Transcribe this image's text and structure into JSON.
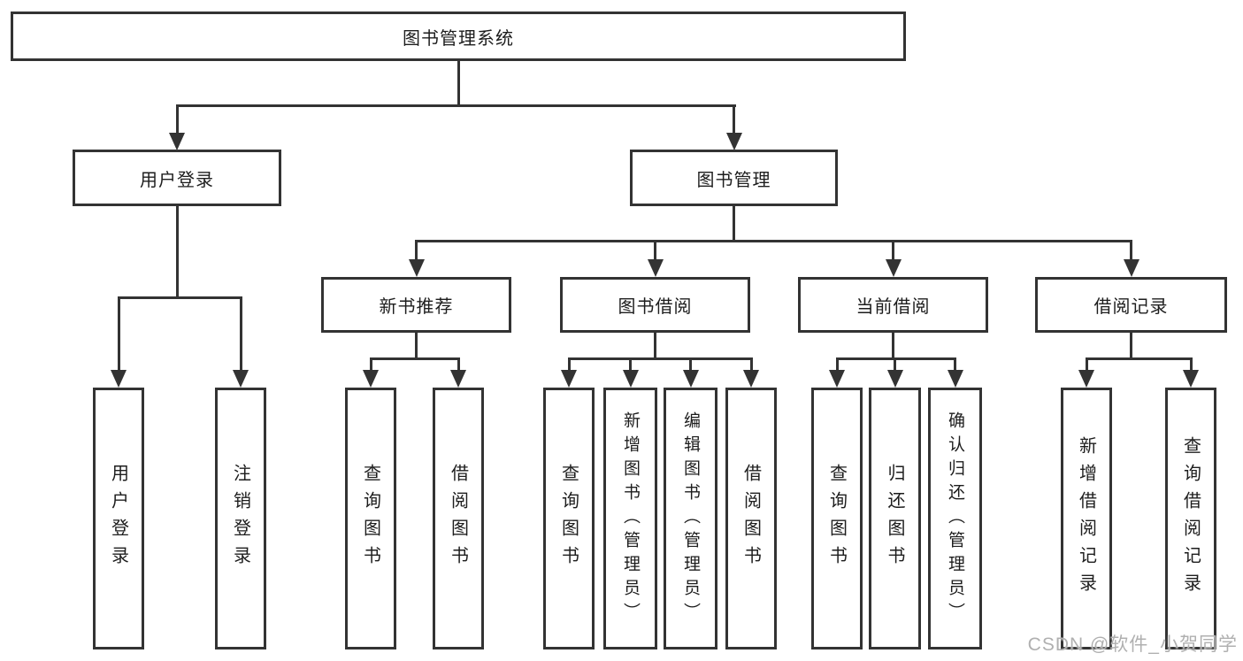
{
  "tree": {
    "root": "图书管理系统",
    "level2": [
      {
        "label": "用户登录",
        "children": [
          "用户登录",
          "注销登录"
        ]
      },
      {
        "label": "图书管理",
        "sections": [
          {
            "label": "新书推荐",
            "children": [
              "查询图书",
              "借阅图书"
            ]
          },
          {
            "label": "图书借阅",
            "children": [
              "查询图书",
              "新增图书（管理员）",
              "编辑图书（管理员）",
              "借阅图书"
            ]
          },
          {
            "label": "当前借阅",
            "children": [
              "查询图书",
              "归还图书",
              "确认归还（管理员）"
            ]
          },
          {
            "label": "借阅记录",
            "children": [
              "新增借阅记录",
              "查询借阅记录"
            ]
          }
        ]
      }
    ]
  },
  "watermark": {
    "text": "CSDN @软件_小贺同学"
  },
  "colors": {
    "line": "#333333",
    "text": "#1d1d1d",
    "background": "#ffffff",
    "watermark": "#b0b0b0"
  }
}
